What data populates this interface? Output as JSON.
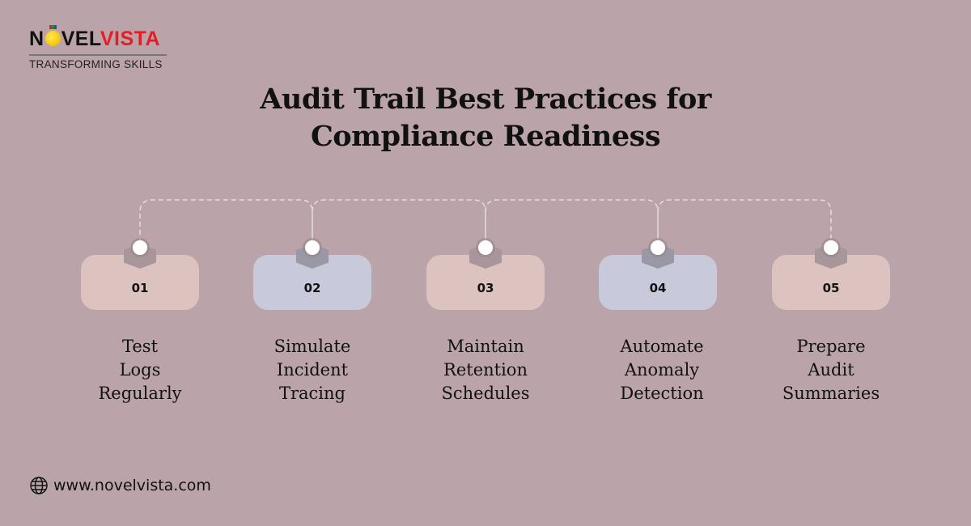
{
  "brand": {
    "logo_dark": "N",
    "logo_dark_2": "VEL",
    "logo_red": "VISTA",
    "tagline": "TRANSFORMING SKILLS"
  },
  "title": {
    "line1": "Audit Trail Best Practices for",
    "line2": "Compliance Readiness"
  },
  "steps": [
    {
      "number": "01",
      "lines": [
        "Test",
        "Logs",
        "Regularly"
      ],
      "box_color": "#dcc3c0",
      "hex_color": "#a8969a"
    },
    {
      "number": "02",
      "lines": [
        "Simulate",
        "Incident",
        "Tracing"
      ],
      "box_color": "#c9c9dc",
      "hex_color": "#9a98a4"
    },
    {
      "number": "03",
      "lines": [
        "Maintain",
        "Retention",
        "Schedules"
      ],
      "box_color": "#dcc3c0",
      "hex_color": "#a8969a"
    },
    {
      "number": "04",
      "lines": [
        "Automate",
        "Anomaly",
        "Detection"
      ],
      "box_color": "#c9c9dc",
      "hex_color": "#9a98a4"
    },
    {
      "number": "05",
      "lines": [
        "Prepare",
        "Audit",
        "Summaries"
      ],
      "box_color": "#dcc3c0",
      "hex_color": "#a8969a"
    }
  ],
  "footer": {
    "icon": "globe-icon",
    "url": "www.novelvista.com"
  },
  "colors": {
    "background": "#baa4a9",
    "brand_red": "#e31e24",
    "connector": "#e6dde0"
  }
}
